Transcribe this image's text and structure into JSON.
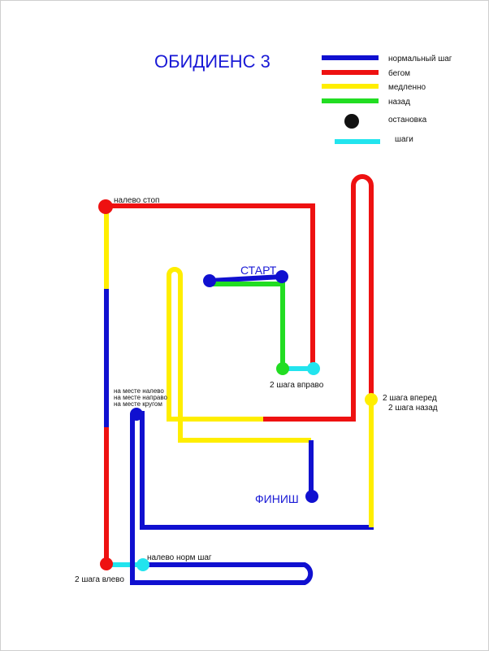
{
  "title": "ОБИДИЕНС 3",
  "colors": {
    "normal": "#1010d0",
    "run": "#ee1111",
    "slow": "#ffee00",
    "back": "#22dd22",
    "stop": "#111111",
    "steps": "#22e4ee"
  },
  "legend": [
    {
      "label": "нормальный шаг",
      "kind": "line",
      "color": "#1010d0"
    },
    {
      "label": "бегом",
      "kind": "line",
      "color": "#ee1111"
    },
    {
      "label": "медленно",
      "kind": "line",
      "color": "#ffee00"
    },
    {
      "label": "назад",
      "kind": "line",
      "color": "#22dd22"
    },
    {
      "label": "остановка",
      "kind": "dot",
      "color": "#111111"
    },
    {
      "label": "шаги",
      "kind": "line",
      "color": "#22e4ee"
    }
  ],
  "labels": {
    "start": "СТАРТ",
    "finish": "ФИНИШ",
    "left_stop": "налево стоп",
    "two_right": "2 шага вправо",
    "two_forward": "2 шага вперед",
    "two_back": "2 шага назад",
    "spot_left": "на месте налево",
    "spot_right": "на месте направо",
    "spot_about": "на месте кругом",
    "left_normal": "налево норм шаг",
    "two_left": "2 шага влево"
  }
}
